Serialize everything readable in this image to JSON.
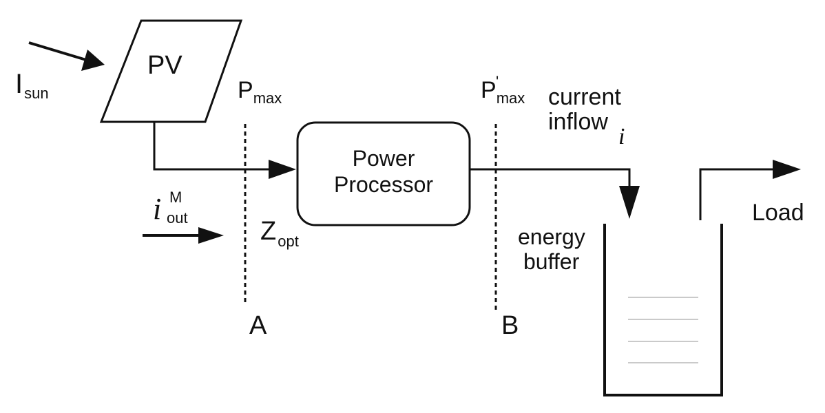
{
  "labels": {
    "pv": "PV",
    "isun_main": "I",
    "isun_sub": "sun",
    "pmax_main": "P",
    "pmax_sub": "max",
    "pmax2_main": "P",
    "pmax2_prime": "'",
    "pmax2_sub": "max",
    "current_inflow_line1": "current",
    "current_inflow_line2": "inflow",
    "i_symbol": "i",
    "power_processor_line1": "Power",
    "power_processor_line2": "Processor",
    "iout_main": "i",
    "iout_sup": "M",
    "iout_sub": "out",
    "zopt_main": "Z",
    "zopt_sub": "opt",
    "energy_buffer_line1": "energy",
    "energy_buffer_line2": "buffer",
    "load": "Load",
    "plane_a": "A",
    "plane_b": "B"
  },
  "colors": {
    "stroke": "#111111",
    "buffer_level_lines": "#b8b8b8"
  }
}
